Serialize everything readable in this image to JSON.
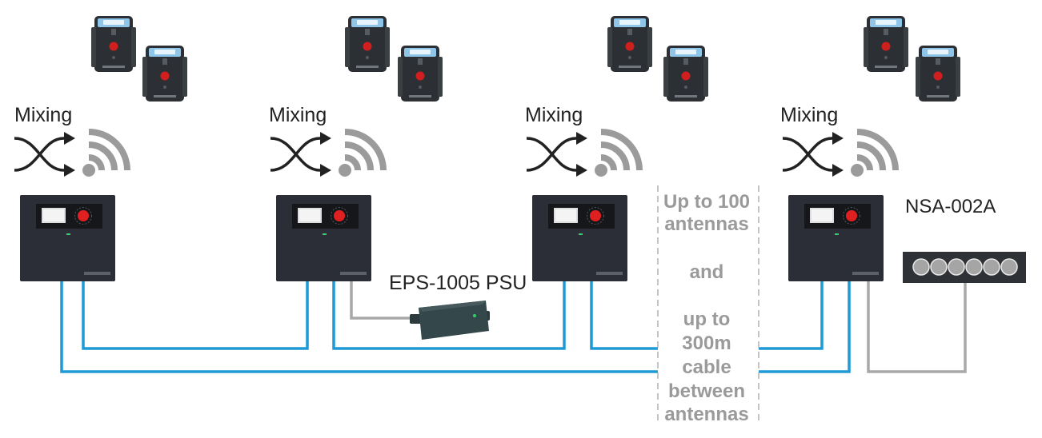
{
  "labels": {
    "mixing": "Mixing",
    "psu": "EPS-1005 PSU",
    "switch": "NSA-002A"
  },
  "middle_note": {
    "line1": "Up to 100",
    "line2": "antennas",
    "line3": "and",
    "line4": "up to",
    "line5": "300m",
    "line6": "cable",
    "line7": "between",
    "line8": "antennas"
  },
  "colors": {
    "cable_data": "#1e9ad6",
    "cable_power": "#a8a8a8",
    "device_body": "#2b2e36",
    "knob": "#e02020",
    "wifi": "#9b9b9b"
  },
  "icons": [
    "bodypack-icon",
    "mixing-arrows-icon",
    "wifi-signal-icon",
    "antenna-unit-icon",
    "power-supply-icon",
    "network-switch-icon"
  ]
}
